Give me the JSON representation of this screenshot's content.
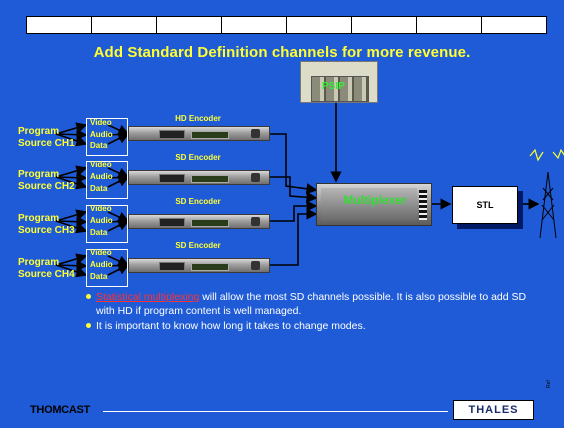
{
  "slide": {
    "title": "Add Standard Definition channels for more revenue.",
    "sources": [
      {
        "line1": "Program",
        "line2": "Source CH1"
      },
      {
        "line1": "Program",
        "line2": "Source CH2"
      },
      {
        "line1": "Program",
        "line2": "Source CH3"
      },
      {
        "line1": "Program",
        "line2": "Source CH4"
      }
    ],
    "signals": [
      "Video",
      "Audio",
      "Data"
    ],
    "encoders": [
      "HD Encoder",
      "SD Encoder",
      "SD Encoder",
      "SD Encoder"
    ],
    "psip_label": "PSIP",
    "mux_label": "Multiplexer",
    "stl_label": "STL",
    "bullets": {
      "b1_link": "Statistical multiplexing",
      "b1_rest": " will allow the most SD channels possible.  It is also possible to add SD with HD if program content is well managed.",
      "b2": "It is important to know how long it takes to change modes."
    },
    "footer": {
      "left_logo": "THOMCAST",
      "right_logo": "THALES",
      "ref": "Ref"
    },
    "colors": {
      "background": "#1f5bd6",
      "title": "#ffff33",
      "link": "#ff3333",
      "mux_text": "#33dd33"
    }
  }
}
